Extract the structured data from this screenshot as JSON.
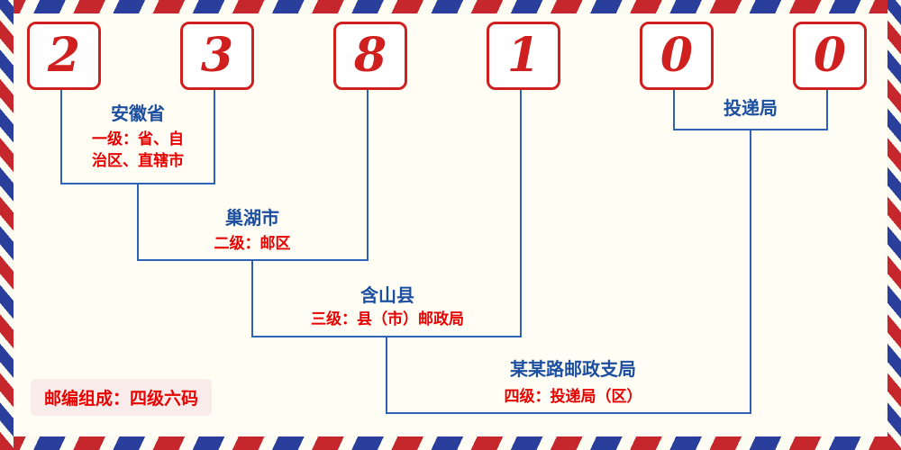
{
  "digits": [
    "2",
    "3",
    "8",
    "1",
    "0",
    "0"
  ],
  "levels": {
    "province": {
      "name": "安徽省",
      "desc_line1": "一级：省、自",
      "desc_line2": "治区、直辖市"
    },
    "city": {
      "name": "巢湖市",
      "desc": "二级：邮区"
    },
    "county": {
      "name": "含山县",
      "desc": "三级：县（市）邮政局"
    },
    "branch": {
      "name": "某某路邮政支局",
      "desc": "四级：投递局（区）"
    },
    "delivery": {
      "name": "投递局"
    }
  },
  "note": "邮编组成：四级六码",
  "colors": {
    "page_bg": "#fffdf4",
    "digit_red": "#cf1f1f",
    "label_blue": "#1d4fa0",
    "label_red": "#e60000",
    "line_blue": "#2f63b8",
    "stripe_red": "#c5272d",
    "stripe_blue": "#2a3f9c",
    "stripe_gap": "#fdfcf2",
    "note_bg": "#faecea"
  }
}
